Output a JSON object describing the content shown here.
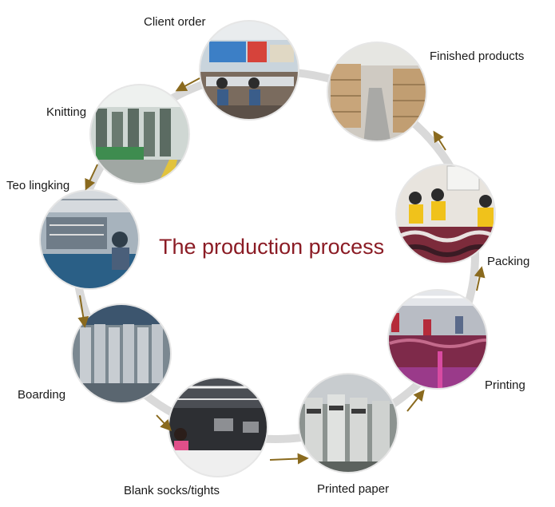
{
  "title": "The production process",
  "colors": {
    "ring": "#d9d9d9",
    "arrow": "#8a6a1e",
    "title": "#8b1c25"
  },
  "steps": [
    {
      "label": "Client order",
      "photo": "office-workstations"
    },
    {
      "label": "Finished products",
      "photo": "stacked-cartons"
    },
    {
      "label": "Packing",
      "photo": "packing-workers"
    },
    {
      "label": "Printing",
      "photo": "printing-line"
    },
    {
      "label": "Printed paper",
      "photo": "printing-press"
    },
    {
      "label": "Blank socks/tights",
      "photo": "sewing-workshop"
    },
    {
      "label": "Boarding",
      "photo": "boarding-forms"
    },
    {
      "label": "Teo lingking",
      "photo": "linking-machine"
    },
    {
      "label": "Knitting",
      "photo": "knitting-machines"
    }
  ]
}
